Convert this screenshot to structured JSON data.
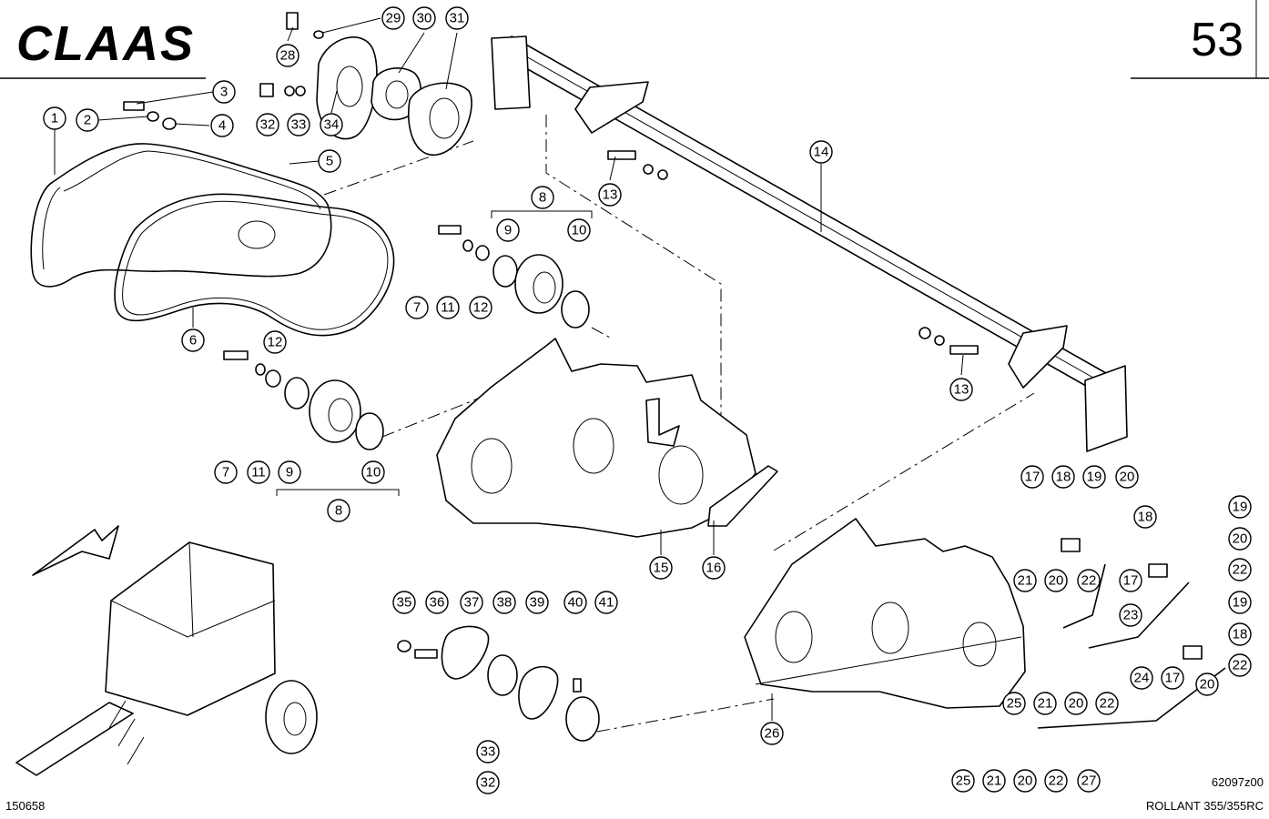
{
  "header": {
    "brand": "CLAAS",
    "page_number": "53"
  },
  "footer": {
    "left_code": "150658",
    "drawing_code": "62097z00",
    "model": "ROLLANT 355/355RC"
  },
  "callouts": [
    "1",
    "2",
    "3",
    "4",
    "5",
    "6",
    "7",
    "8",
    "9",
    "10",
    "11",
    "12",
    "13",
    "14",
    "15",
    "16",
    "17",
    "18",
    "19",
    "20",
    "21",
    "22",
    "23",
    "24",
    "25",
    "26",
    "27",
    "28",
    "29",
    "30",
    "31",
    "32",
    "33",
    "34",
    "35",
    "36",
    "37",
    "38",
    "39",
    "40",
    "41"
  ]
}
